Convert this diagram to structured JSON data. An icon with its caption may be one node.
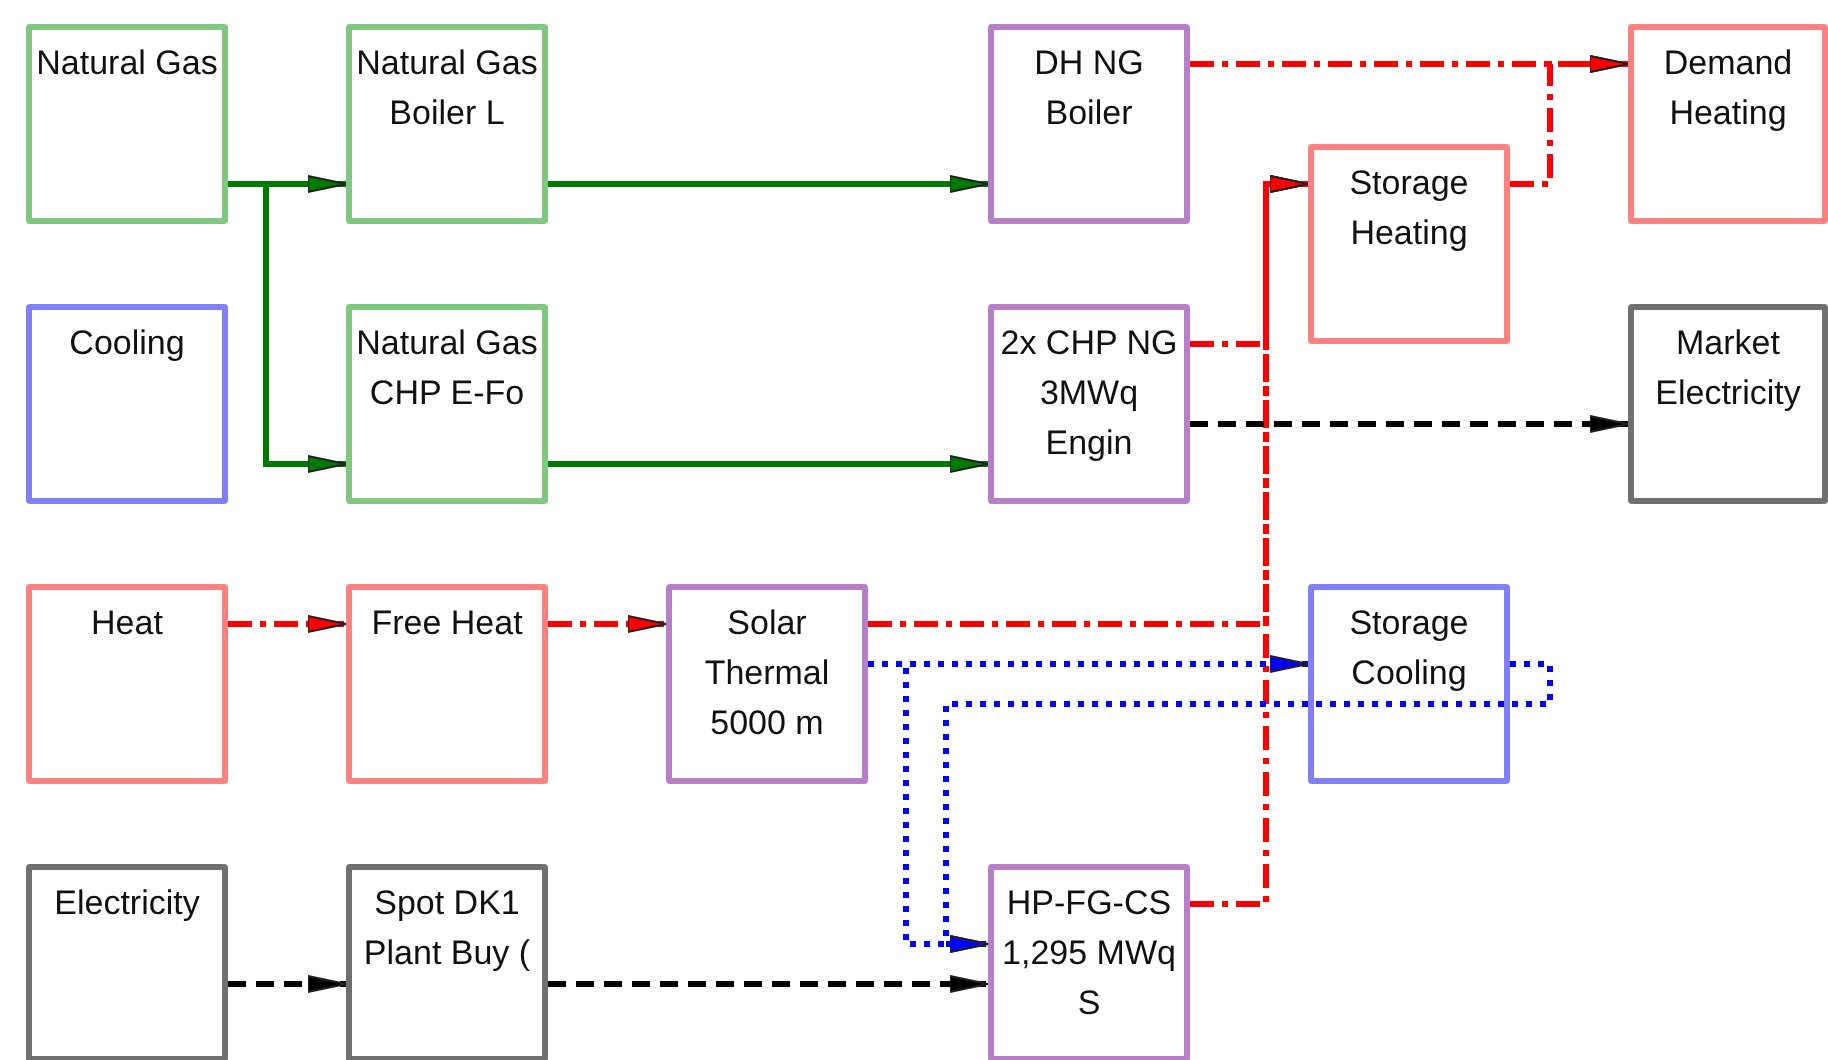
{
  "diagram": {
    "nodes": [
      {
        "text": [
          "Natural Gas"
        ]
      },
      {
        "text": [
          "Natural Gas Boiler L"
        ]
      },
      {
        "text": [
          "DH NG Boiler"
        ]
      },
      {
        "text": [
          "Demand Heating"
        ]
      },
      {
        "text": [
          "Storage Heating"
        ]
      },
      {
        "text": [
          "Cooling"
        ]
      },
      {
        "text": [
          "Natural Gas CHP E-Fo"
        ]
      },
      {
        "text": [
          "2x CHP NG 3MWq Engin"
        ]
      },
      {
        "text": [
          "Market Electricity"
        ]
      },
      {
        "text": [
          "Heat"
        ]
      },
      {
        "text": [
          "Free Heat"
        ]
      },
      {
        "text": [
          "Solar Thermal 5000 m"
        ]
      },
      {
        "text": [
          "Storage Cooling"
        ]
      },
      {
        "text": [
          "Electricity"
        ]
      },
      {
        "text": [
          "Spot DK1 Plant Buy ("
        ]
      },
      {
        "text": [
          "HP-FG-CS 1,295 MWq S"
        ]
      }
    ],
    "edges": [
      {
        "from": 0,
        "to": 1,
        "arrow": "to",
        "color": "#007a00"
      },
      {
        "from": 0,
        "to": 6,
        "arrow": "to",
        "color": "#007a00"
      },
      {
        "from": 1,
        "to": 2,
        "arrow": "to",
        "color": "#007a00"
      },
      {
        "from": 6,
        "to": 7,
        "arrow": "to",
        "color": "#007a00"
      },
      {
        "from": 2,
        "to": 3,
        "arrow": "to",
        "style": "dashed",
        "color": "#ff0000"
      },
      {
        "from": 4,
        "to": 3,
        "arrow": "to",
        "style": "dashed",
        "color": "#ff0000"
      },
      {
        "from": 7,
        "to": 4,
        "arrow": "to",
        "style": "dashed",
        "color": "#ff0000"
      },
      {
        "from": 11,
        "to": 4,
        "arrow": "to",
        "style": "dashed",
        "color": "#ff0000"
      },
      {
        "from": 15,
        "to": 4,
        "arrow": "to",
        "style": "dashed",
        "color": "#ff0000"
      },
      {
        "from": 9,
        "to": 10,
        "arrow": "to",
        "style": "dashed",
        "color": "#ff0000"
      },
      {
        "from": 10,
        "to": 11,
        "arrow": "to",
        "style": "dashed",
        "color": "#ff0000"
      },
      {
        "from": 7,
        "to": 8,
        "arrow": "to",
        "style": "dashed",
        "color": "#000000"
      },
      {
        "from": 13,
        "to": 14,
        "arrow": "to",
        "style": "dashed",
        "color": "#000000"
      },
      {
        "from": 14,
        "to": 15,
        "arrow": "to",
        "style": "dashed",
        "color": "#000000"
      },
      {
        "from": 11,
        "to": 12,
        "arrow": "to",
        "style": "dashed",
        "color": "#0000ff"
      },
      {
        "from": 11,
        "to": 15,
        "arrow": "to",
        "style": "dashed",
        "color": "#0000ff"
      },
      {
        "from": 12,
        "to": 15,
        "arrow": "to",
        "style": "dashed",
        "color": "#0000ff"
      }
    ]
  }
}
